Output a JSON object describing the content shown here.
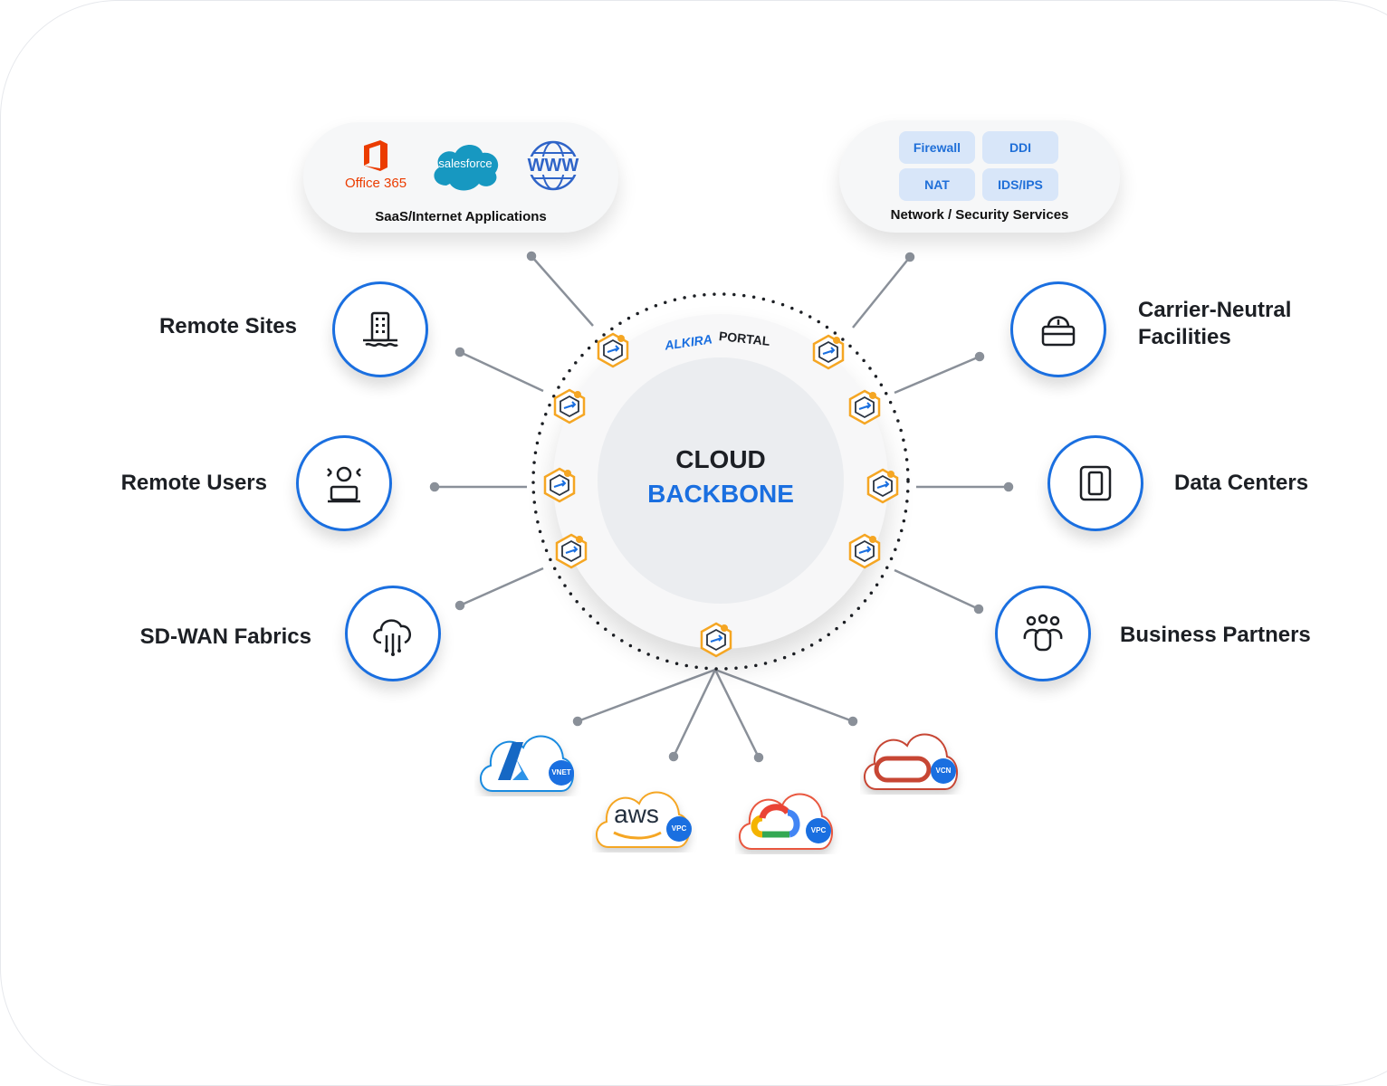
{
  "core": {
    "line1": "CLOUD",
    "line2": "BACKBONE",
    "portal_brand": "ALKIRA",
    "portal_word": "PORTAL"
  },
  "saas": {
    "caption": "SaaS/Internet Applications",
    "office_label": "Office 365",
    "salesforce_label": "salesforce",
    "www_label": "WWW"
  },
  "security": {
    "caption": "Network / Security Services",
    "items": [
      "Firewall",
      "DDI",
      "NAT",
      "IDS/IPS"
    ]
  },
  "left_nodes": [
    "Remote Sites",
    "Remote Users",
    "SD-WAN Fabrics"
  ],
  "right_nodes": {
    "carrier_line1": "Carrier-Neutral",
    "carrier_line2": "Facilities",
    "data_centers": "Data Centers",
    "partners": "Business Partners"
  },
  "clouds": {
    "azure_badge": "VNET",
    "aws_label": "aws",
    "aws_badge": "VPC",
    "gcp_badge": "VPC",
    "oracle_badge": "VCN"
  },
  "colors": {
    "accent": "#1a6fe0",
    "hex_border": "#f5a623",
    "line": "#8a9099"
  }
}
